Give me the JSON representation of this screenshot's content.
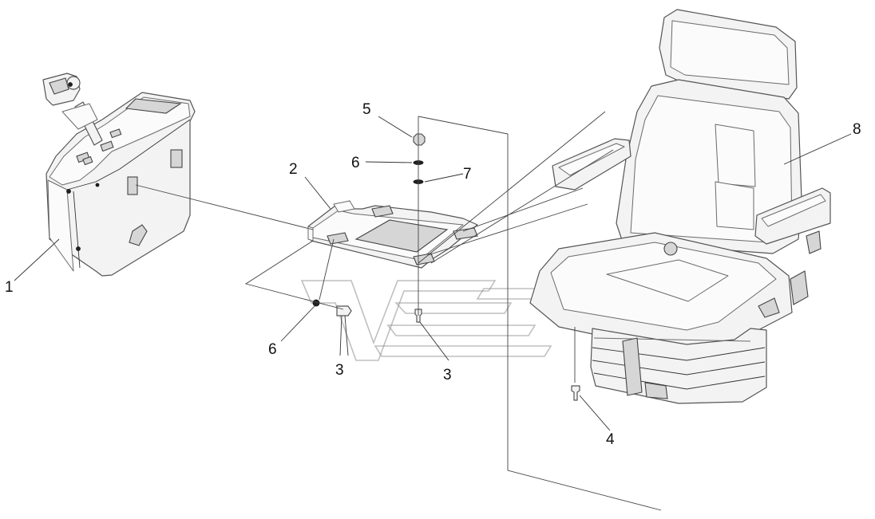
{
  "callouts": {
    "c1": "1",
    "c2": "2",
    "c3a": "3",
    "c3b": "3",
    "c4": "4",
    "c5": "5",
    "c6a": "6",
    "c6b": "6",
    "c7": "7",
    "c8": "8"
  }
}
